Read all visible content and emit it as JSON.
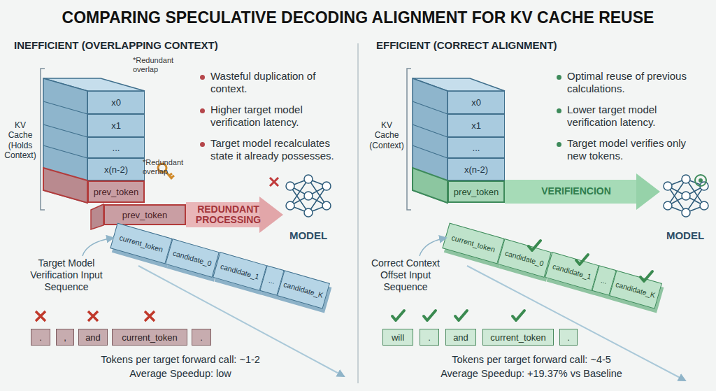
{
  "diagram": {
    "title": "COMPARING SPECULATIVE DECODING ALIGNMENT FOR KV CACHE REUSE",
    "nodes": [
      {
        "text": [
          "x0"
        ]
      },
      {
        "text": [
          "x1"
        ]
      },
      {
        "text": [
          "..."
        ]
      },
      {
        "text": [
          "x(n-2)"
        ]
      },
      {
        "text": [
          "prev_token"
        ]
      },
      {
        "text": [
          "prev_token"
        ]
      },
      {
        "text": [
          "MODEL"
        ]
      },
      {
        "text": [
          "current_token"
        ]
      },
      {
        "text": [
          "candidate_0"
        ]
      },
      {
        "text": [
          "candidate_1"
        ]
      },
      {
        "text": [
          "..."
        ]
      },
      {
        "text": [
          "candidate_K"
        ]
      },
      {
        "text": [
          "."
        ]
      },
      {
        "text": [
          ","
        ]
      },
      {
        "text": [
          "and"
        ]
      },
      {
        "text": [
          "current_token"
        ]
      },
      {
        "text": [
          "."
        ]
      },
      {
        "text": [
          "x0"
        ]
      },
      {
        "text": [
          "x1"
        ]
      },
      {
        "text": [
          "..."
        ]
      },
      {
        "text": [
          "x(n-2)"
        ]
      },
      {
        "text": [
          "prev_token"
        ]
      },
      {
        "text": [
          "MODEL"
        ]
      },
      {
        "text": [
          "current_token"
        ]
      },
      {
        "text": [
          "candidate_0"
        ]
      },
      {
        "text": [
          "candidate_1"
        ]
      },
      {
        "text": [
          "..."
        ]
      },
      {
        "text": [
          "candidate_K"
        ]
      },
      {
        "text": [
          "will"
        ]
      },
      {
        "text": [
          "."
        ]
      },
      {
        "text": [
          "and"
        ]
      },
      {
        "text": [
          "current_token"
        ]
      },
      {
        "text": [
          "."
        ]
      }
    ],
    "edges": [
      {
        "from": 5,
        "to": 6,
        "label": "REDUNDANT PROCESSING",
        "arrow": "to"
      },
      {
        "from": 21,
        "to": 22,
        "label": "VERIFIENCION",
        "arrow": "to"
      }
    ],
    "labels": [
      "INEFFICIENT (OVERLAPPING CONTEXT)",
      "*Redundant overlap",
      "*Redundant overlap",
      "KV Cache (Holds Context)",
      "Wasteful duplication of context.",
      "Higher target model verification latency.",
      "Target model recalculates state it already possesses.",
      "Target Model Verification Input Sequence",
      "Tokens per target forward call: ~1-2",
      "Average Speedup: low",
      "EFFICIENT (CORRECT ALIGNMENT)",
      "KV Cache (Context)",
      "Optimal reuse of previous calculations.",
      "Lower target model verification latency.",
      "Target model verifies only new tokens.",
      "Correct Context Offset Input Sequence",
      "Tokens per target forward call: ~4-5",
      "Average Speedup: +19.37% vs Baseline"
    ]
  }
}
